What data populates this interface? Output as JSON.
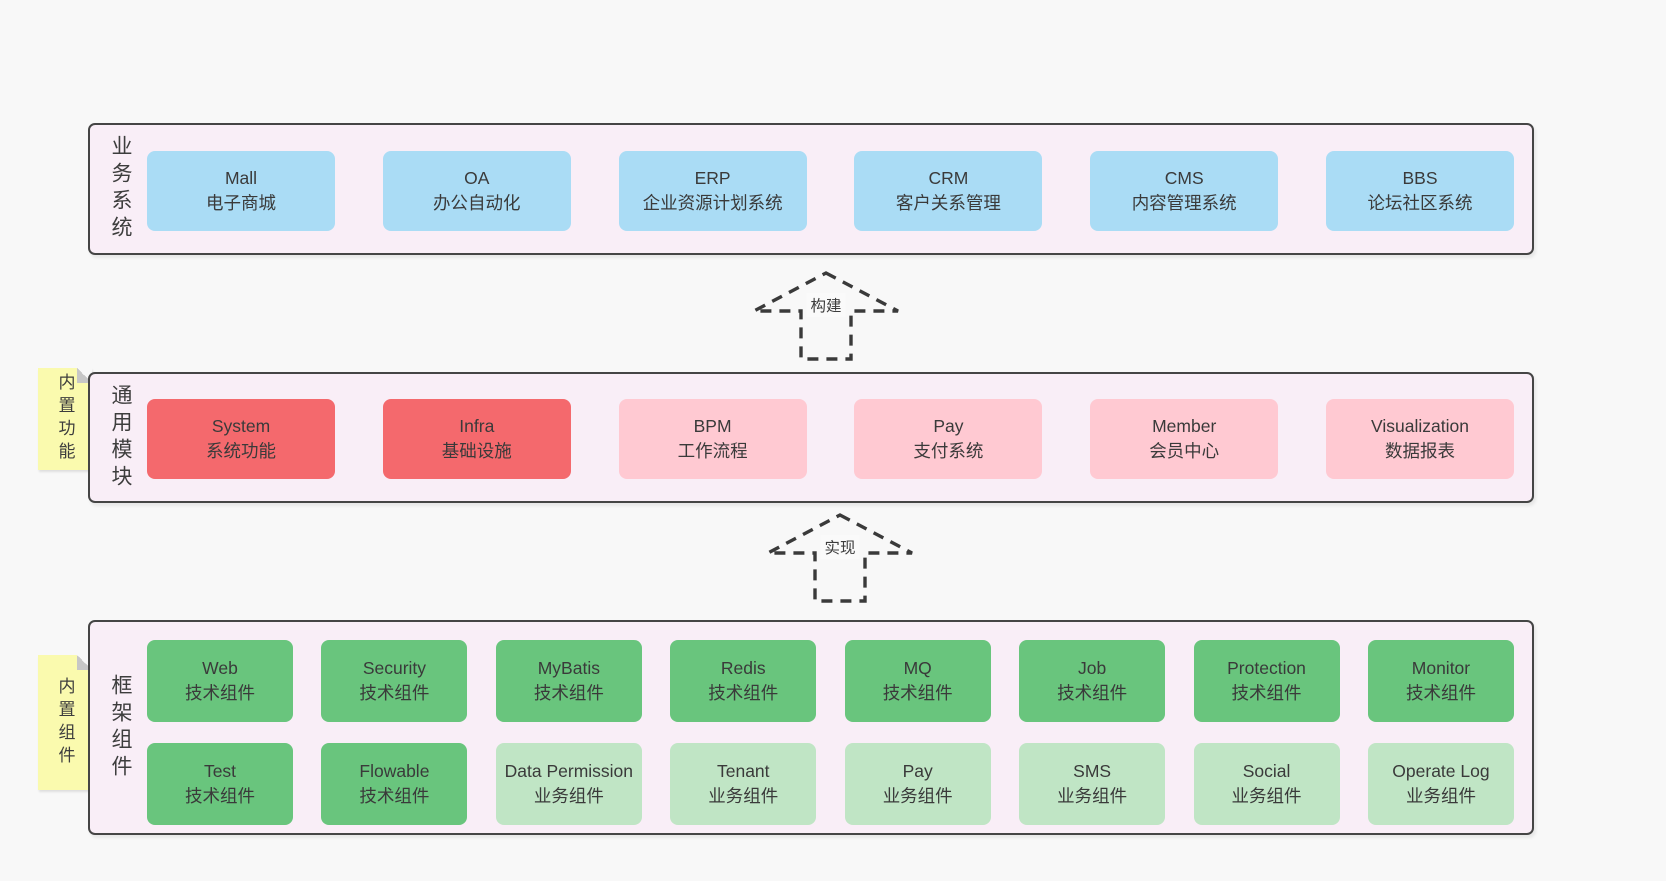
{
  "layers": [
    {
      "label": "业务系统",
      "boxes": [
        {
          "en": "Mall",
          "zh": "电子商城"
        },
        {
          "en": "OA",
          "zh": "办公自动化"
        },
        {
          "en": "ERP",
          "zh": "企业资源计划系统"
        },
        {
          "en": "CRM",
          "zh": "客户关系管理"
        },
        {
          "en": "CMS",
          "zh": "内容管理系统"
        },
        {
          "en": "BBS",
          "zh": "论坛社区系统"
        }
      ]
    },
    {
      "label": "通用模块",
      "sticky": "内置功能",
      "boxes": [
        {
          "en": "System",
          "zh": "系统功能"
        },
        {
          "en": "Infra",
          "zh": "基础设施"
        },
        {
          "en": "BPM",
          "zh": "工作流程"
        },
        {
          "en": "Pay",
          "zh": "支付系统"
        },
        {
          "en": "Member",
          "zh": "会员中心"
        },
        {
          "en": "Visualization",
          "zh": "数据报表"
        }
      ]
    },
    {
      "label": "框架组件",
      "sticky": "内置组件",
      "rows": [
        [
          {
            "en": "Web",
            "zh": "技术组件"
          },
          {
            "en": "Security",
            "zh": "技术组件"
          },
          {
            "en": "MyBatis",
            "zh": "技术组件"
          },
          {
            "en": "Redis",
            "zh": "技术组件"
          },
          {
            "en": "MQ",
            "zh": "技术组件"
          },
          {
            "en": "Job",
            "zh": "技术组件"
          },
          {
            "en": "Protection",
            "zh": "技术组件"
          },
          {
            "en": "Monitor",
            "zh": "技术组件"
          }
        ],
        [
          {
            "en": "Test",
            "zh": "技术组件"
          },
          {
            "en": "Flowable",
            "zh": "技术组件"
          },
          {
            "en": "Data Permission",
            "zh": "业务组件"
          },
          {
            "en": "Tenant",
            "zh": "业务组件"
          },
          {
            "en": "Pay",
            "zh": "业务组件"
          },
          {
            "en": "SMS",
            "zh": "业务组件"
          },
          {
            "en": "Social",
            "zh": "业务组件"
          },
          {
            "en": "Operate Log",
            "zh": "业务组件"
          }
        ]
      ]
    }
  ],
  "arrows": [
    {
      "label": "构建"
    },
    {
      "label": "实现"
    }
  ],
  "colors": {
    "page_bg": "#f8f8f8",
    "layer_bg": "#f9eef7",
    "layer_border": "#454545",
    "blue": "#aadcf5",
    "red": "#f4696d",
    "pink": "#ffc9d2",
    "green": "#69c57d",
    "light_green": "#c0e5c5",
    "sticky_yellow": "#fafaae",
    "text": "#3a3a3a"
  }
}
